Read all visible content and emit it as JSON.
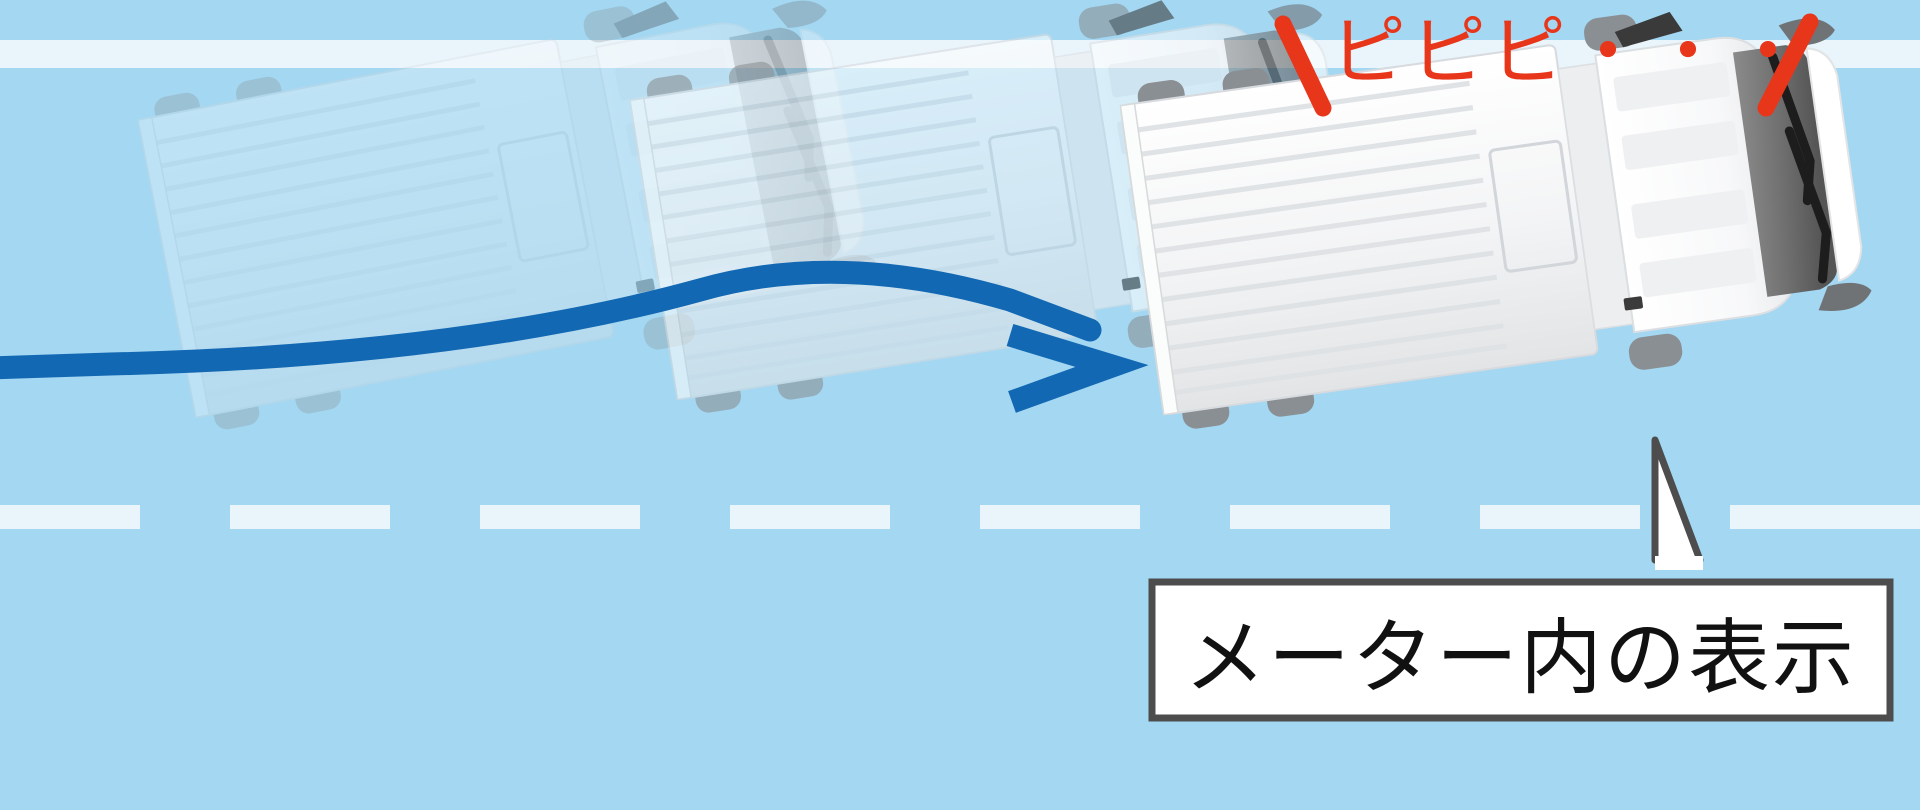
{
  "scene": {
    "title": "lane-departure-warning-illustration",
    "background_color": "#a3d7f2",
    "lane_marking_color": "#e9f4fb",
    "road": {
      "solid_line_label": "solid-lane-line",
      "dashed_line_label": "dashed-lane-line",
      "dash_count": 8
    }
  },
  "alert": {
    "beep_text": "ピピピ・・・",
    "left_stroke_label": "emphasis-stroke-left",
    "right_stroke_label": "emphasis-stroke-right",
    "color": "#e8361b"
  },
  "callout": {
    "label": "メーター内の表示",
    "border_color": "#4d4d4d",
    "fill_color": "#ffffff",
    "text_color": "#111111"
  },
  "path_arrow": {
    "label": "corrective-steering-arrow",
    "color": "#1268b3",
    "description": "curved arrow showing vehicle returning into lane"
  },
  "vehicles": [
    {
      "name": "truck-ghost-far",
      "state": "drifting",
      "opacity": 0.3
    },
    {
      "name": "truck-ghost-mid",
      "state": "drifting",
      "opacity": 0.55
    },
    {
      "name": "truck-current",
      "state": "corrected",
      "opacity": 1.0,
      "body_color": "#ffffff",
      "windshield_color": "#6e6e6e",
      "tire_color": "#7b7b7b"
    }
  ],
  "colors": {
    "sky_blue": "#a3d7f2",
    "lane_white": "#e9f4fb",
    "arrow_blue": "#1268b3",
    "alert_red": "#e8361b",
    "callout_border": "#4d4d4d"
  }
}
